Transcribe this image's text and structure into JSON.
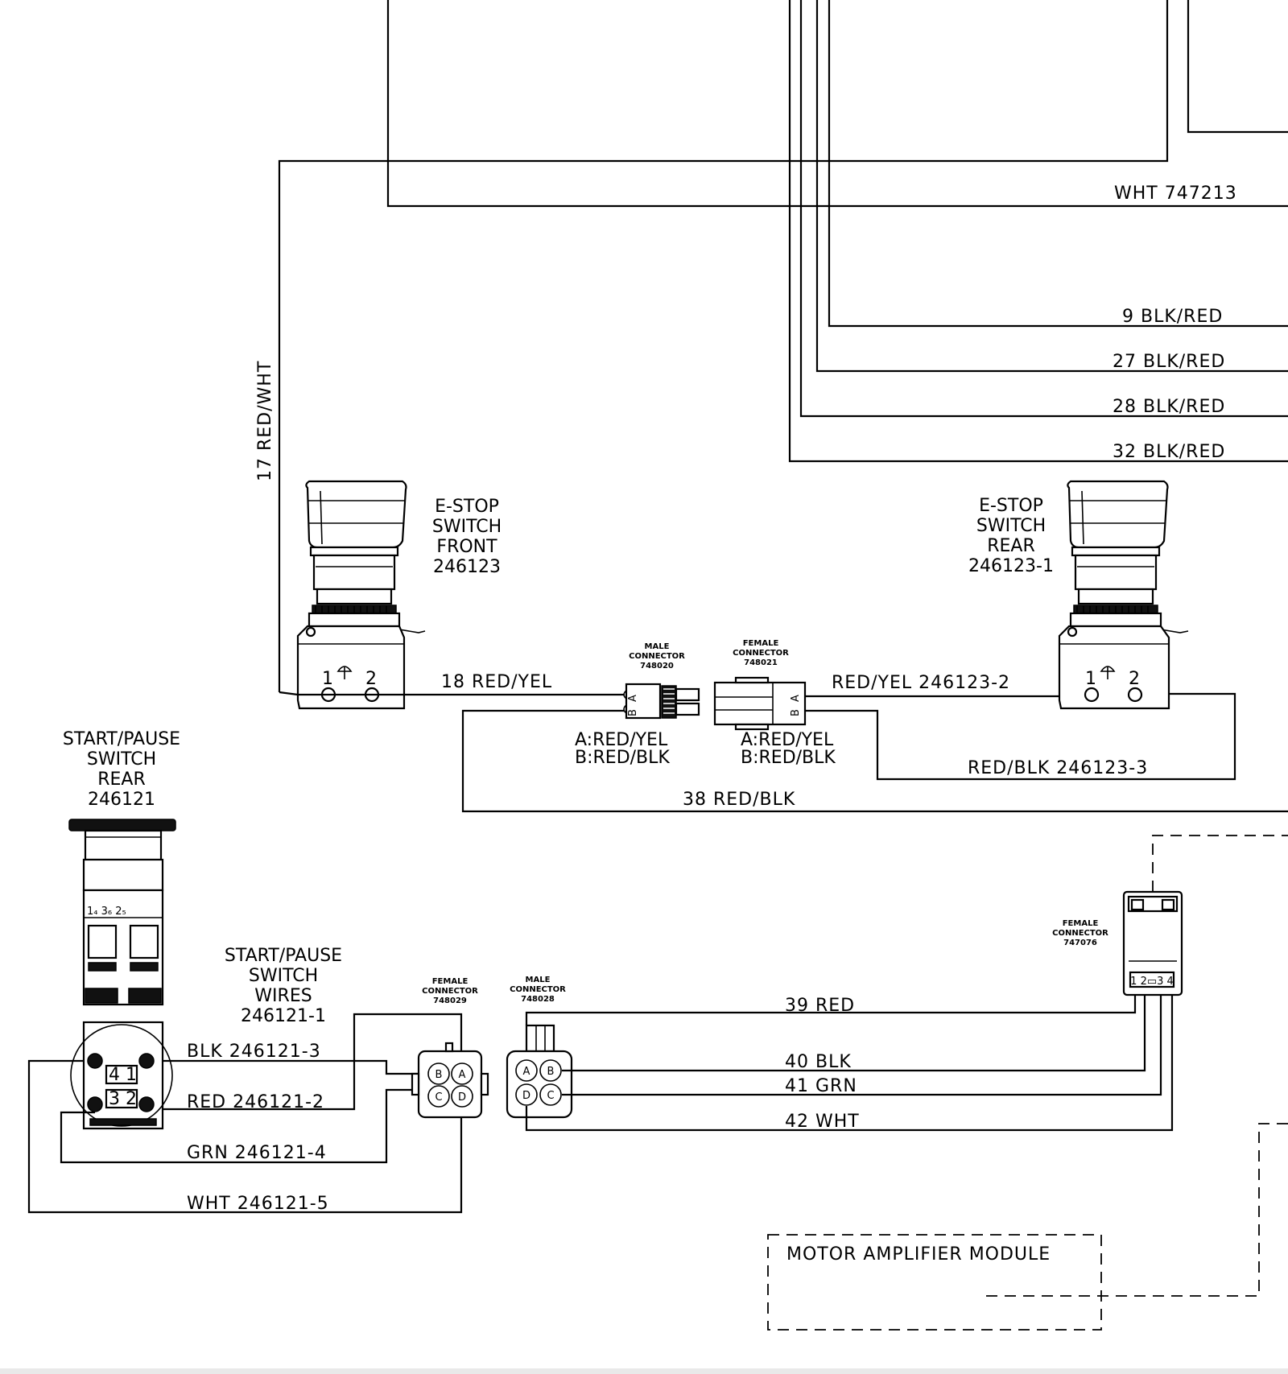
{
  "wire_labels": {
    "wht_747213": "WHT 747213",
    "w9": "9 BLK/RED",
    "w27": "27 BLK/RED",
    "w28": "28 BLK/RED",
    "w32": "32 BLK/RED",
    "w17": "17 RED/WHT",
    "w18": "18 RED/YEL",
    "red_yel_2": "RED/YEL 246123-2",
    "red_blk_3": "RED/BLK 246123-3",
    "w38": "38 RED/BLK",
    "w39": "39 RED",
    "w40": "40 BLK",
    "w41": "41 GRN",
    "w42": "42 WHT",
    "blk_3": "BLK 246121-3",
    "red_2": "RED 246121-2",
    "grn_4": "GRN 246121-4",
    "wht_5": "WHT 246121-5"
  },
  "components": {
    "estop_front": [
      "E-STOP",
      "SWITCH",
      "FRONT",
      "246123"
    ],
    "estop_rear": [
      "E-STOP",
      "SWITCH",
      "REAR",
      "246123-1"
    ],
    "start_pause_rear": [
      "START/PAUSE",
      "SWITCH",
      "REAR",
      "246121"
    ],
    "start_pause_wires": [
      "START/PAUSE",
      "SWITCH",
      "WIRES",
      "246121-1"
    ],
    "motor_amp": "MOTOR AMPLIFIER MODULE"
  },
  "connectors": {
    "male_748020": [
      "MALE",
      "CONNECTOR",
      "748020"
    ],
    "female_748021": [
      "FEMALE",
      "CONNECTOR",
      "748021"
    ],
    "female_748029": [
      "FEMALE",
      "CONNECTOR",
      "748029"
    ],
    "male_748028": [
      "MALE",
      "CONNECTOR",
      "748028"
    ],
    "female_747076": [
      "FEMALE",
      "CONNECTOR",
      "747076"
    ]
  },
  "pinouts": {
    "male_748020": [
      "A:RED/YEL",
      "B:RED/BLK"
    ],
    "female_748021": [
      "A:RED/YEL",
      "B:RED/BLK"
    ]
  },
  "pin_marks": {
    "one": "1",
    "two": "2",
    "three": "3",
    "four": "4",
    "A": "A",
    "B": "B",
    "C": "C",
    "D": "D",
    "sp_top": "1₄ 3₆ 2₅",
    "sp_41": "4 1",
    "sp_32": "3 2",
    "c747076": "1 2▭3 4"
  }
}
